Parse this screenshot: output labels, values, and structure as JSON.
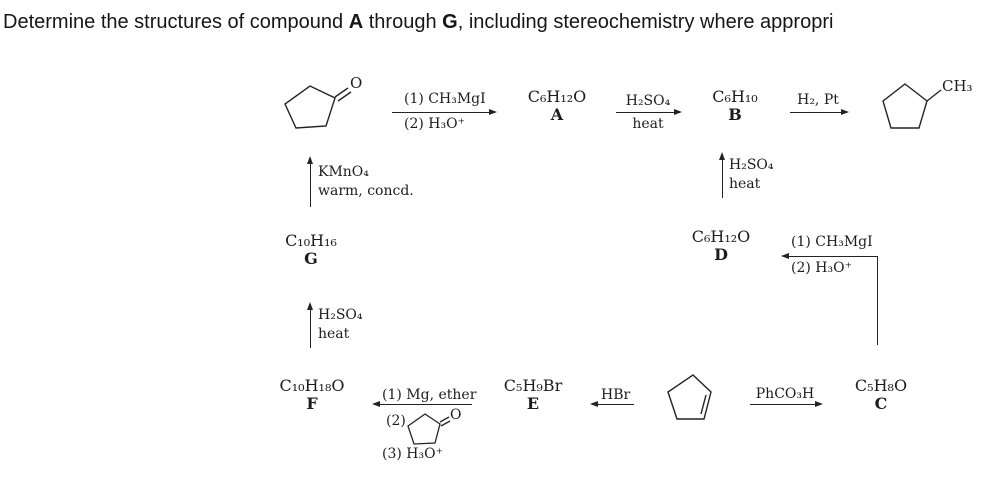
{
  "colors": {
    "ink": "#1d1d1d",
    "background": "#ffffff"
  },
  "title": {
    "prefix": "Determine the structures of compound ",
    "bold_a": "A",
    "mid": " through ",
    "bold_g": "G",
    "suffix": ", including stereochemistry where appropri"
  },
  "compounds": {
    "A": {
      "formula": "C₆H₁₂O",
      "label": "A"
    },
    "B": {
      "formula": "C₆H₁₀",
      "label": "B"
    },
    "C": {
      "formula": "C₅H₈O",
      "label": "C"
    },
    "D": {
      "formula": "C₆H₁₂O",
      "label": "D"
    },
    "E": {
      "formula": "C₅H₉Br",
      "label": "E"
    },
    "F": {
      "formula": "C₁₀H₁₈O",
      "label": "F"
    },
    "G": {
      "formula": "C₁₀H₁₆",
      "label": "G"
    }
  },
  "structures": {
    "cyclopentanone_oxygen": "O",
    "methylcyclopentane_methyl": "CH₃",
    "reagent_cyclopentanone_oxygen": "O"
  },
  "reactions": {
    "start_to_a_above": "(1) CH₃MgI",
    "start_to_a_below": "(2) H₃O⁺",
    "a_to_b_above": "H₂SO₄",
    "a_to_b_below": "heat",
    "b_to_product_above": "H₂, Pt",
    "g_up_line1": "KMnO₄",
    "g_up_line2": "warm, concd.",
    "d_up_line1": "H₂SO₄",
    "d_up_line2": "heat",
    "c_to_d_above": "(1) CH₃MgI",
    "c_to_d_below": "(2) H₃O⁺",
    "f_up_line1": "H₂SO₄",
    "f_up_line2": "heat",
    "e_to_f_step1": "(1) Mg, ether",
    "e_to_f_step2": "(2)",
    "e_to_f_step3": "(3) H₃O⁺",
    "ene_to_e_above": "HBr",
    "ene_to_c_above": "PhCO₃H"
  }
}
